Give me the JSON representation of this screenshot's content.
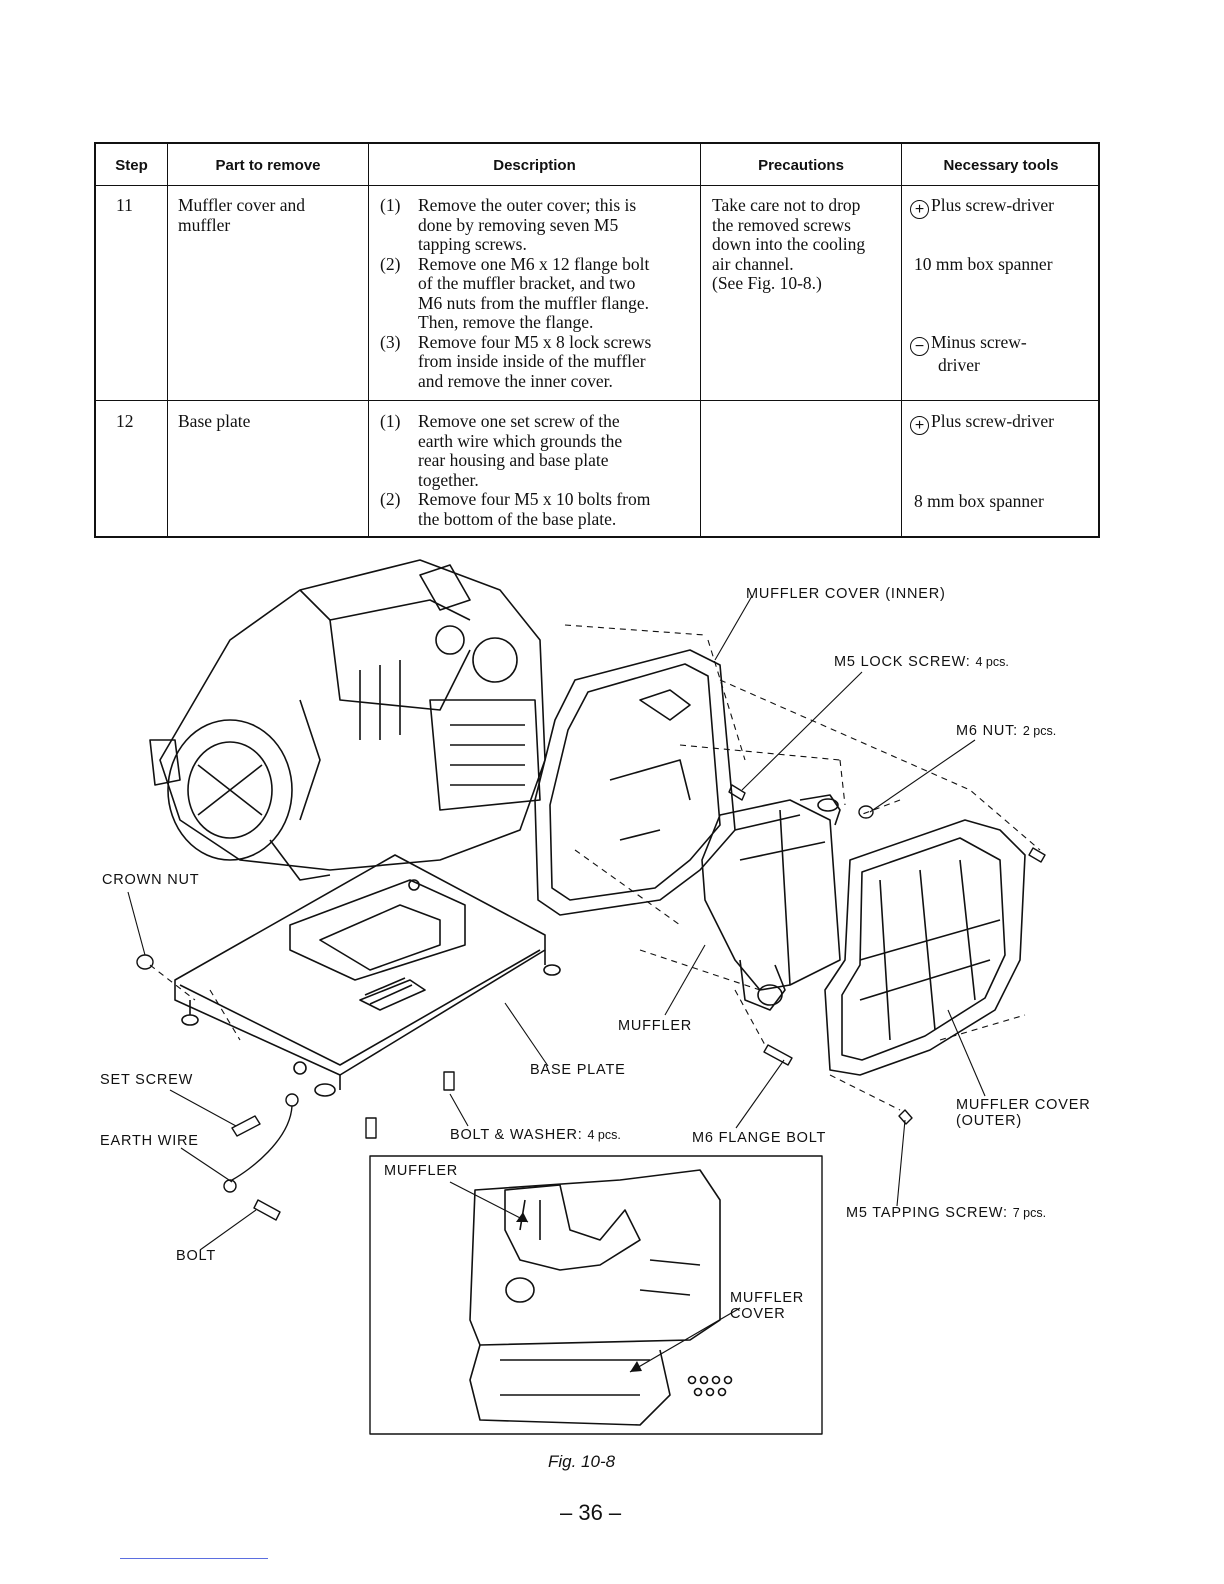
{
  "table": {
    "headers": {
      "step": "Step",
      "part": "Part to remove",
      "description": "Description",
      "precautions": "Precautions",
      "tools": "Necessary tools"
    },
    "rows": [
      {
        "step": "11",
        "part": [
          "Muffler cover and",
          "muffler"
        ],
        "description": [
          {
            "num": "(1)",
            "lines": [
              "Remove the outer cover; this is",
              "done by removing seven M5",
              "tapping screws."
            ]
          },
          {
            "num": "(2)",
            "lines": [
              "Remove one M6 x 12 flange bolt",
              "of the muffler bracket, and two",
              "M6 nuts from the muffler flange.",
              "Then, remove the flange."
            ]
          },
          {
            "num": "(3)",
            "lines": [
              "Remove four M5 x 8 lock screws",
              "from inside inside of the muffler",
              "and remove the inner cover."
            ]
          }
        ],
        "precautions": [
          "Take care not to drop",
          "the removed screws",
          "down into the cooling",
          "air channel.",
          "(See Fig. 10-8.)"
        ],
        "tools": [
          {
            "symbol": "+",
            "lines": [
              "Plus screw-driver"
            ]
          },
          {
            "symbol": "",
            "lines": [
              "10 mm box spanner"
            ]
          },
          {
            "symbol": "−",
            "lines": [
              "Minus screw-",
              "driver"
            ]
          }
        ]
      },
      {
        "step": "12",
        "part": [
          "Base plate"
        ],
        "description": [
          {
            "num": "(1)",
            "lines": [
              "Remove one set screw of the",
              "earth wire which grounds the",
              "rear housing and base plate",
              "together."
            ]
          },
          {
            "num": "(2)",
            "lines": [
              "Remove four M5 x 10 bolts from",
              "the bottom of the base plate."
            ]
          }
        ],
        "precautions": [],
        "tools": [
          {
            "symbol": "+",
            "lines": [
              "Plus screw-driver"
            ]
          },
          {
            "symbol": "",
            "lines": [
              "8 mm box spanner"
            ]
          }
        ]
      }
    ]
  },
  "figure": {
    "labels": {
      "muffler_cover_inner": "MUFFLER COVER (INNER)",
      "m5_lock_screw": "M5 LOCK SCREW:",
      "m5_lock_screw_qty": "4 pcs.",
      "m6_nut": "M6 NUT:",
      "m6_nut_qty": "2 pcs.",
      "crown_nut": "CROWN NUT",
      "muffler": "MUFFLER",
      "base_plate": "BASE PLATE",
      "set_screw": "SET SCREW",
      "earth_wire": "EARTH WIRE",
      "bolt_washer": "BOLT & WASHER:",
      "bolt_washer_qty": "4 pcs.",
      "m6_flange_bolt": "M6 FLANGE BOLT",
      "muffler_cover_outer_1": "MUFFLER COVER",
      "muffler_cover_outer_2": "(OUTER)",
      "bolt": "BOLT",
      "m5_tapping_screw": "M5 TAPPING SCREW:",
      "m5_tapping_screw_qty": "7 pcs.",
      "inset_muffler": "MUFFLER",
      "inset_muffler_cover_1": "MUFFLER",
      "inset_muffler_cover_2": "COVER"
    },
    "caption": "Fig. 10-8"
  },
  "page_number": "– 36 –"
}
